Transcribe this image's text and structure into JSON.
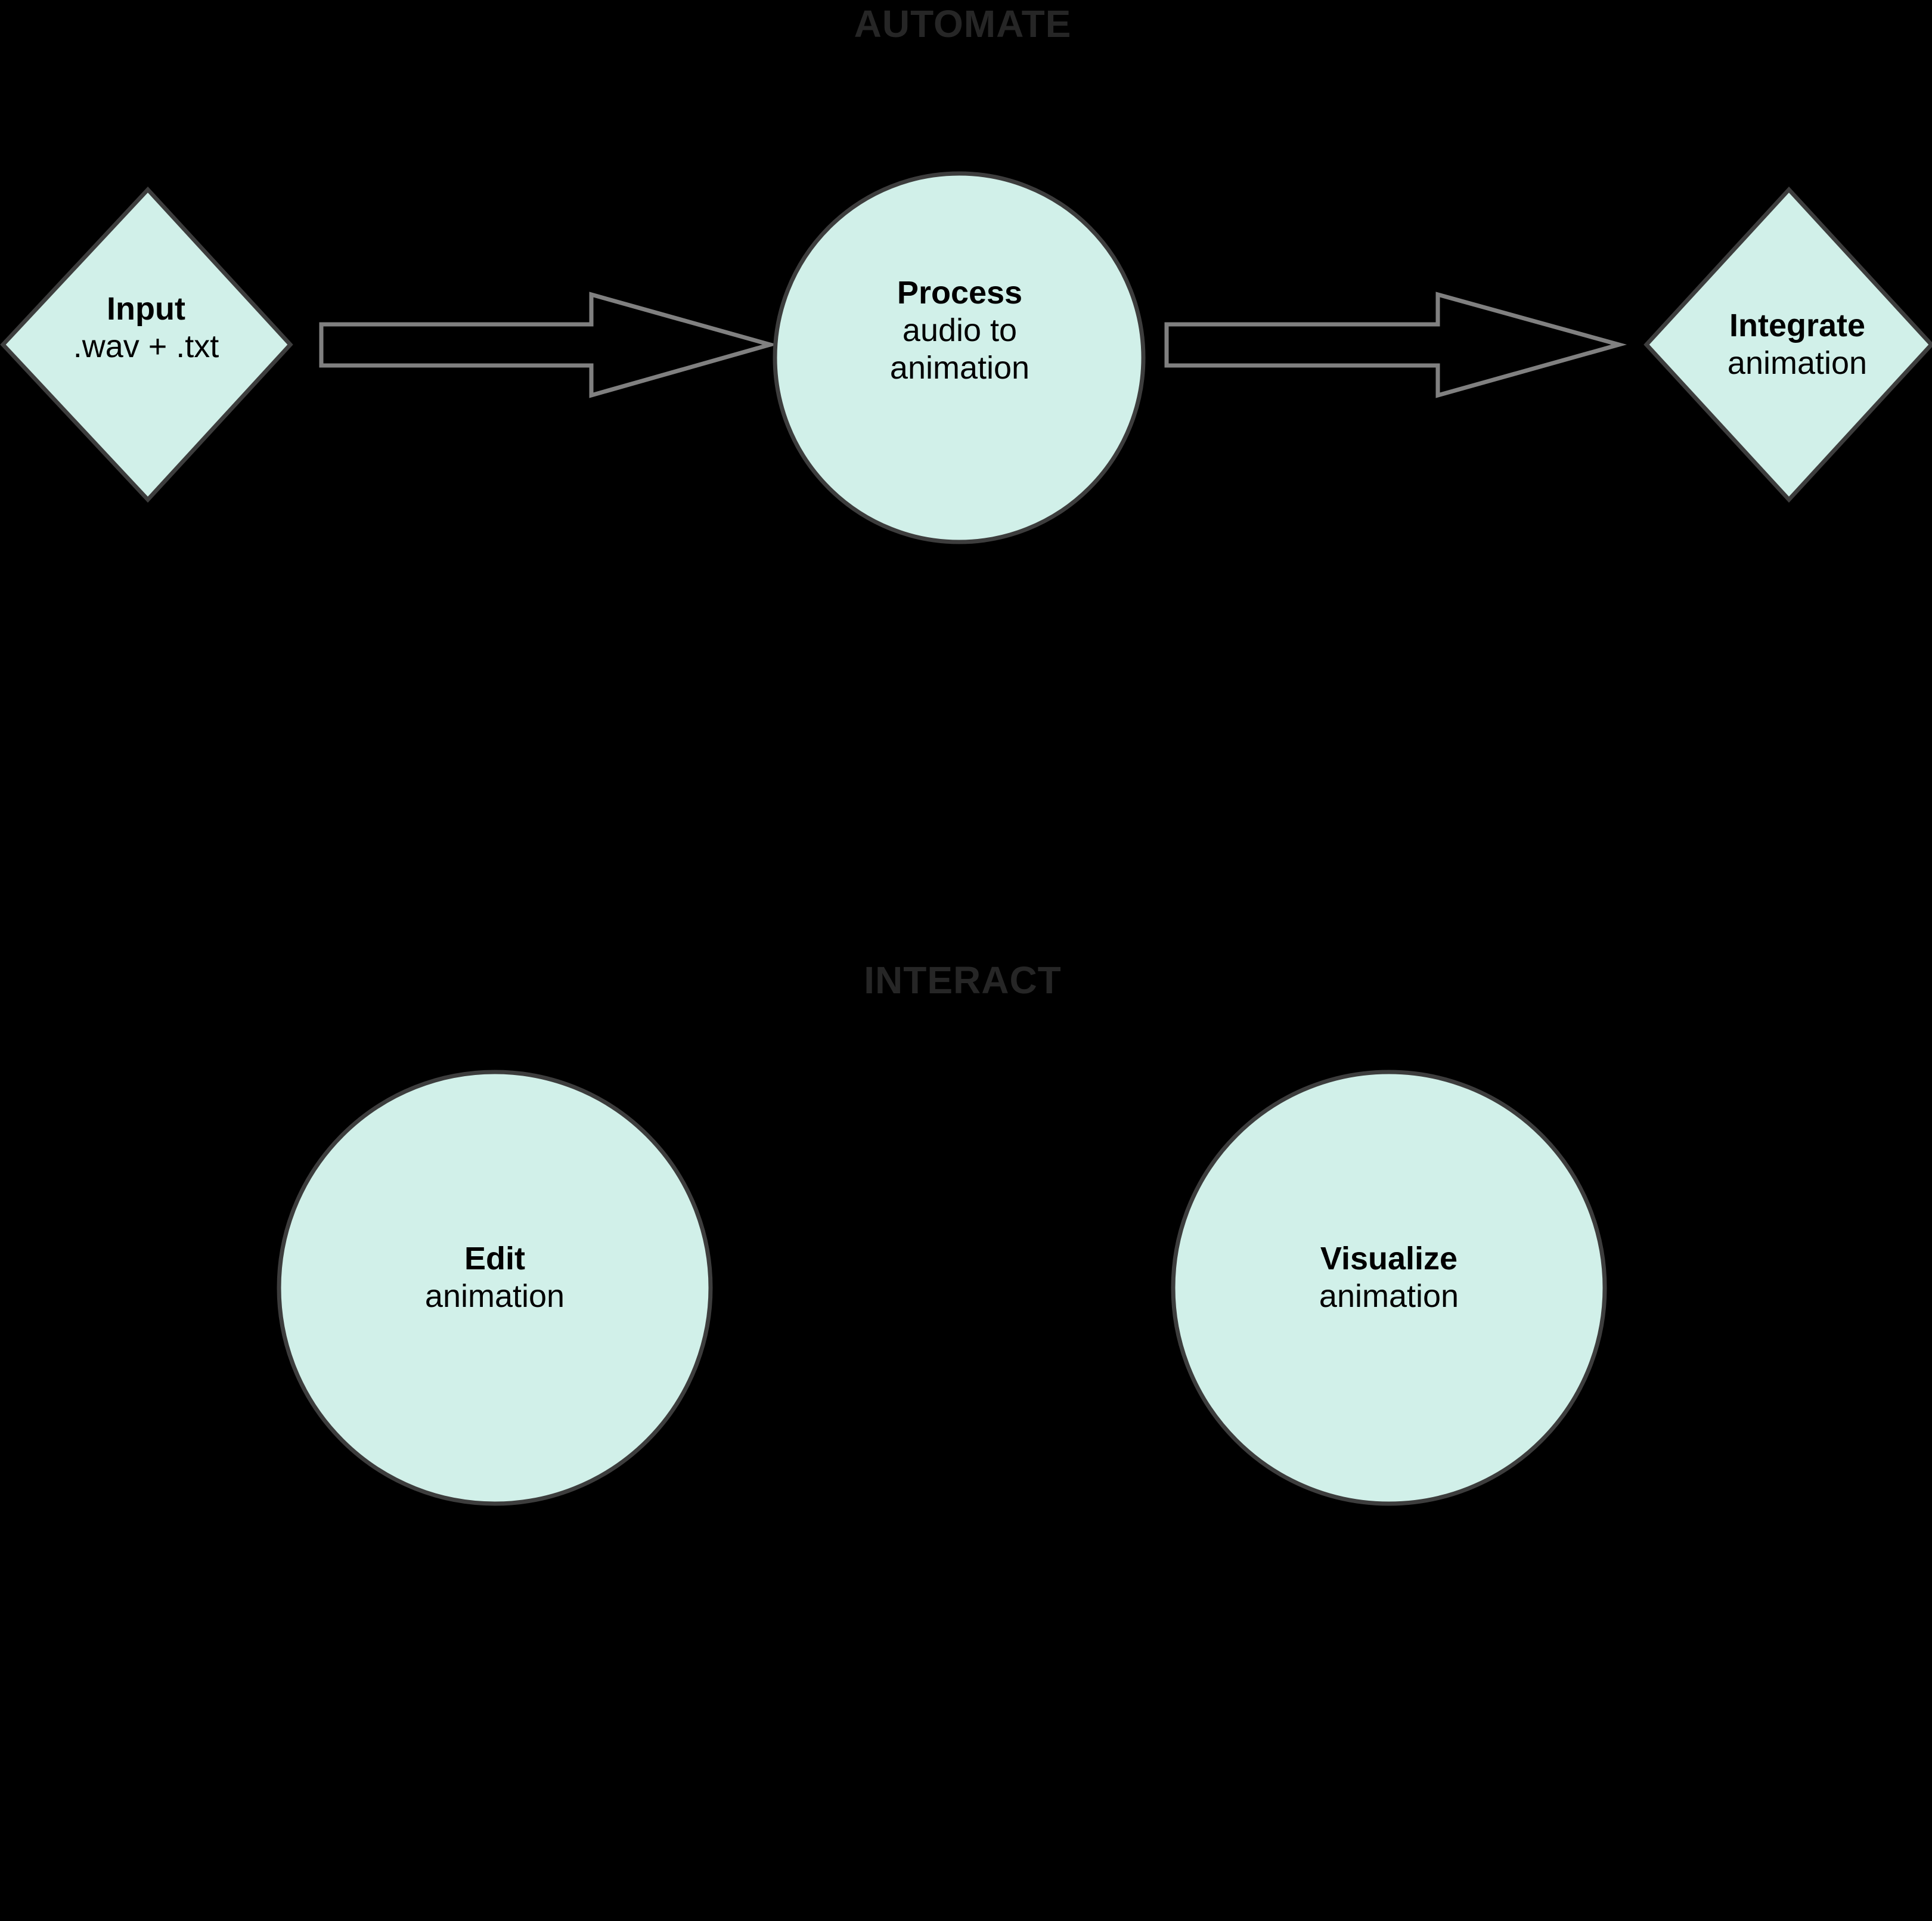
{
  "diagram": {
    "background_color": "#000000",
    "node_fill_color": "#d1f0e9",
    "node_stroke_color": "#3d3d3d",
    "arrow_stroke_color": "#808080",
    "section_label_color": "#262626",
    "node_text_color": "#000000",
    "sections": [
      {
        "id": "automate",
        "label": "AUTOMATE"
      },
      {
        "id": "interact",
        "label": "INTERACT"
      }
    ],
    "nodes": [
      {
        "id": "input",
        "shape": "diamond",
        "title": "Input",
        "subtitle": ".wav + .txt",
        "section": "automate"
      },
      {
        "id": "process",
        "shape": "circle",
        "title": "Process",
        "subtitle_line_1": "audio to",
        "subtitle_line_2": "animation",
        "section": "automate"
      },
      {
        "id": "integrate",
        "shape": "diamond",
        "title": "Integrate",
        "subtitle": "animation",
        "section": "automate"
      },
      {
        "id": "edit",
        "shape": "circle",
        "title": "Edit",
        "subtitle": "animation",
        "section": "interact"
      },
      {
        "id": "visualize",
        "shape": "circle",
        "title": "Visualize",
        "subtitle": "animation",
        "section": "interact"
      }
    ],
    "edges": [
      {
        "id": "input-to-process",
        "from": "input",
        "to": "process",
        "style": "block-arrow",
        "label": ""
      },
      {
        "id": "process-to-integrate",
        "from": "process",
        "to": "integrate",
        "style": "block-arrow",
        "label": ""
      }
    ]
  }
}
